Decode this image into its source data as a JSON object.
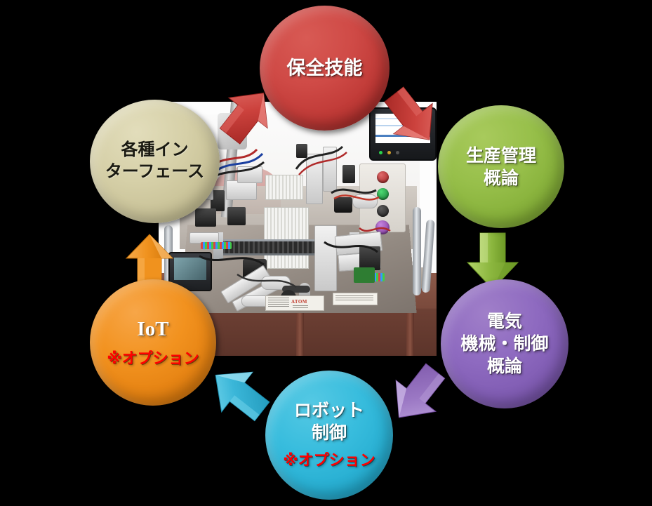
{
  "background_color": "#000000",
  "diagram": {
    "type": "cycle-diagram",
    "center_photo": {
      "caption": "industrial automation training machine photo",
      "machine_nameplate": "ATOM"
    },
    "nodes": [
      {
        "id": "maintenance",
        "lines": [
          "保全技能"
        ],
        "option_label": "",
        "color": "#cf4a46",
        "text_color": "#ffffff"
      },
      {
        "id": "interface",
        "lines": [
          "各種イン",
          "ターフェース"
        ],
        "option_label": "",
        "color": "#d6d0a8",
        "text_color": "#1a1a12"
      },
      {
        "id": "production",
        "lines": [
          "生産管理",
          "概論"
        ],
        "option_label": "",
        "color": "#97bf4a",
        "text_color": "#ffffff"
      },
      {
        "id": "electric",
        "lines": [
          "電気",
          "機械・制御",
          "概論"
        ],
        "option_label": "",
        "color": "#8e6ac0",
        "text_color": "#ffffff"
      },
      {
        "id": "robot",
        "lines": [
          "ロボット",
          "制御"
        ],
        "option_label": "※オプション",
        "color": "#37bcdd",
        "text_color": "#ffffff"
      },
      {
        "id": "iot",
        "lines": [
          "IoT"
        ],
        "option_label": "※オプション",
        "color": "#f2921f",
        "text_color": "#ffffff"
      }
    ],
    "arrows": [
      {
        "id": "iot-to-interface",
        "color": "#f0921e",
        "direction": "up"
      },
      {
        "id": "interface-to-maintenance",
        "color": "#c9413c",
        "direction": "up-right"
      },
      {
        "id": "maintenance-to-production",
        "color": "#c9413c",
        "direction": "down-right"
      },
      {
        "id": "production-to-electric",
        "color": "#8cb73f",
        "direction": "down"
      },
      {
        "id": "electric-to-robot",
        "color": "#9b78c4",
        "direction": "down-left"
      },
      {
        "id": "robot-to-iot",
        "color": "#3ab6d8",
        "direction": "up-left"
      }
    ],
    "option_text_color": "#ff0000"
  }
}
